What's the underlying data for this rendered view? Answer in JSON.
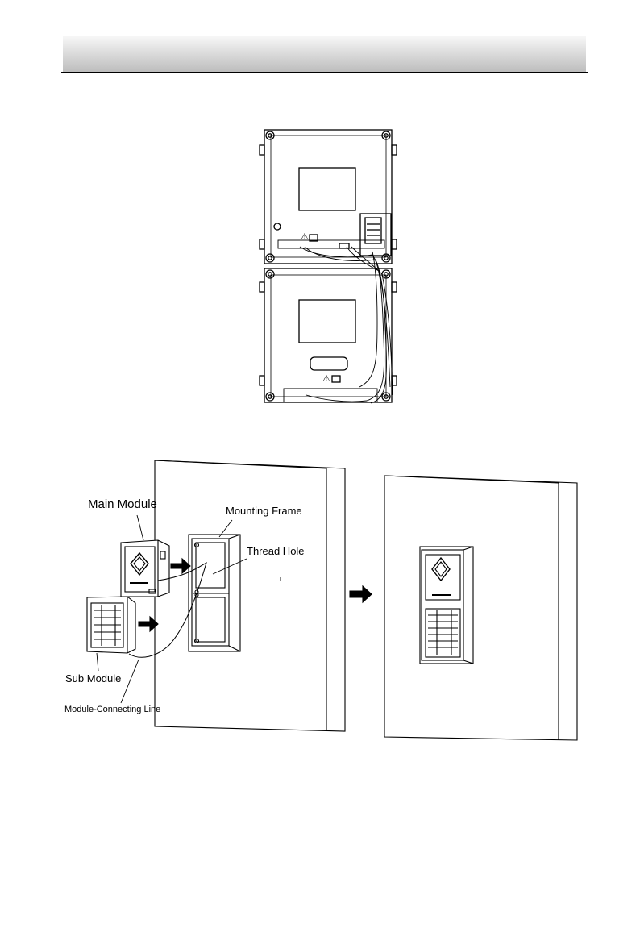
{
  "figure_wiring": {
    "caution_marks": [
      "⚠",
      "⚠"
    ]
  },
  "figure_install": {
    "labels": {
      "main_module": "Main Module",
      "mounting_frame": "Mounting Frame",
      "thread_hole": "Thread Hole",
      "sub_module": "Sub Module",
      "connecting_line": "Module-Connecting Line"
    }
  }
}
